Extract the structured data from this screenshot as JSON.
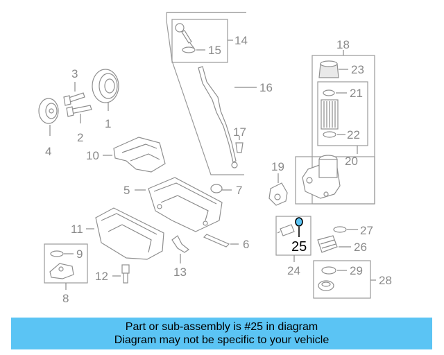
{
  "diagram": {
    "callouts": {
      "p1": "1",
      "p2": "2",
      "p3": "3",
      "p4": "4",
      "p5": "5",
      "p6": "6",
      "p7": "7",
      "p8": "8",
      "p9": "9",
      "p10": "10",
      "p11": "11",
      "p12": "12",
      "p13": "13",
      "p14": "14",
      "p15": "15",
      "p16": "16",
      "p17": "17",
      "p18": "18",
      "p19": "19",
      "p20": "20",
      "p21": "21",
      "p22": "22",
      "p23": "23",
      "p24": "24",
      "p25": "25",
      "p26": "26",
      "p27": "27",
      "p28": "28",
      "p29": "29"
    },
    "highlight_color": "#5bc4f4"
  },
  "banner": {
    "line1": "Part or sub-assembly is #25 in diagram",
    "line2": "Diagram may not be specific to your vehicle",
    "background": "#5bc4f4"
  }
}
